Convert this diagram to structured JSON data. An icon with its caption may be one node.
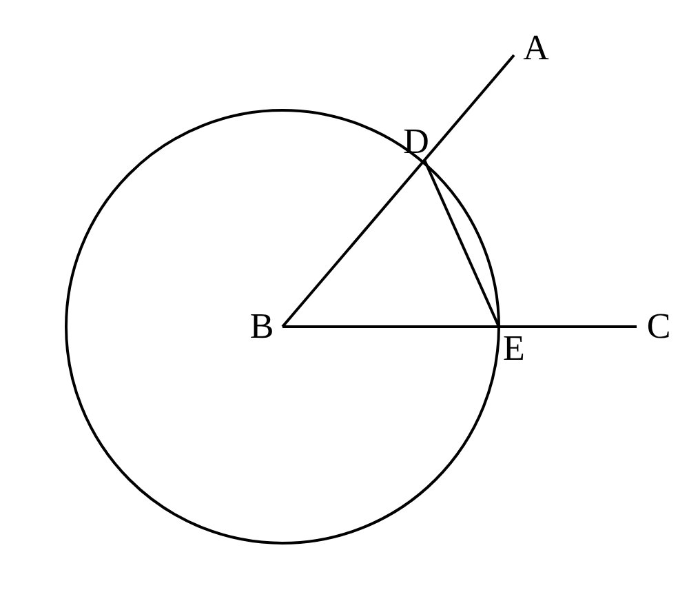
{
  "diagram": {
    "labels": [
      "A",
      "D",
      "B",
      "E",
      "C"
    ]
  }
}
